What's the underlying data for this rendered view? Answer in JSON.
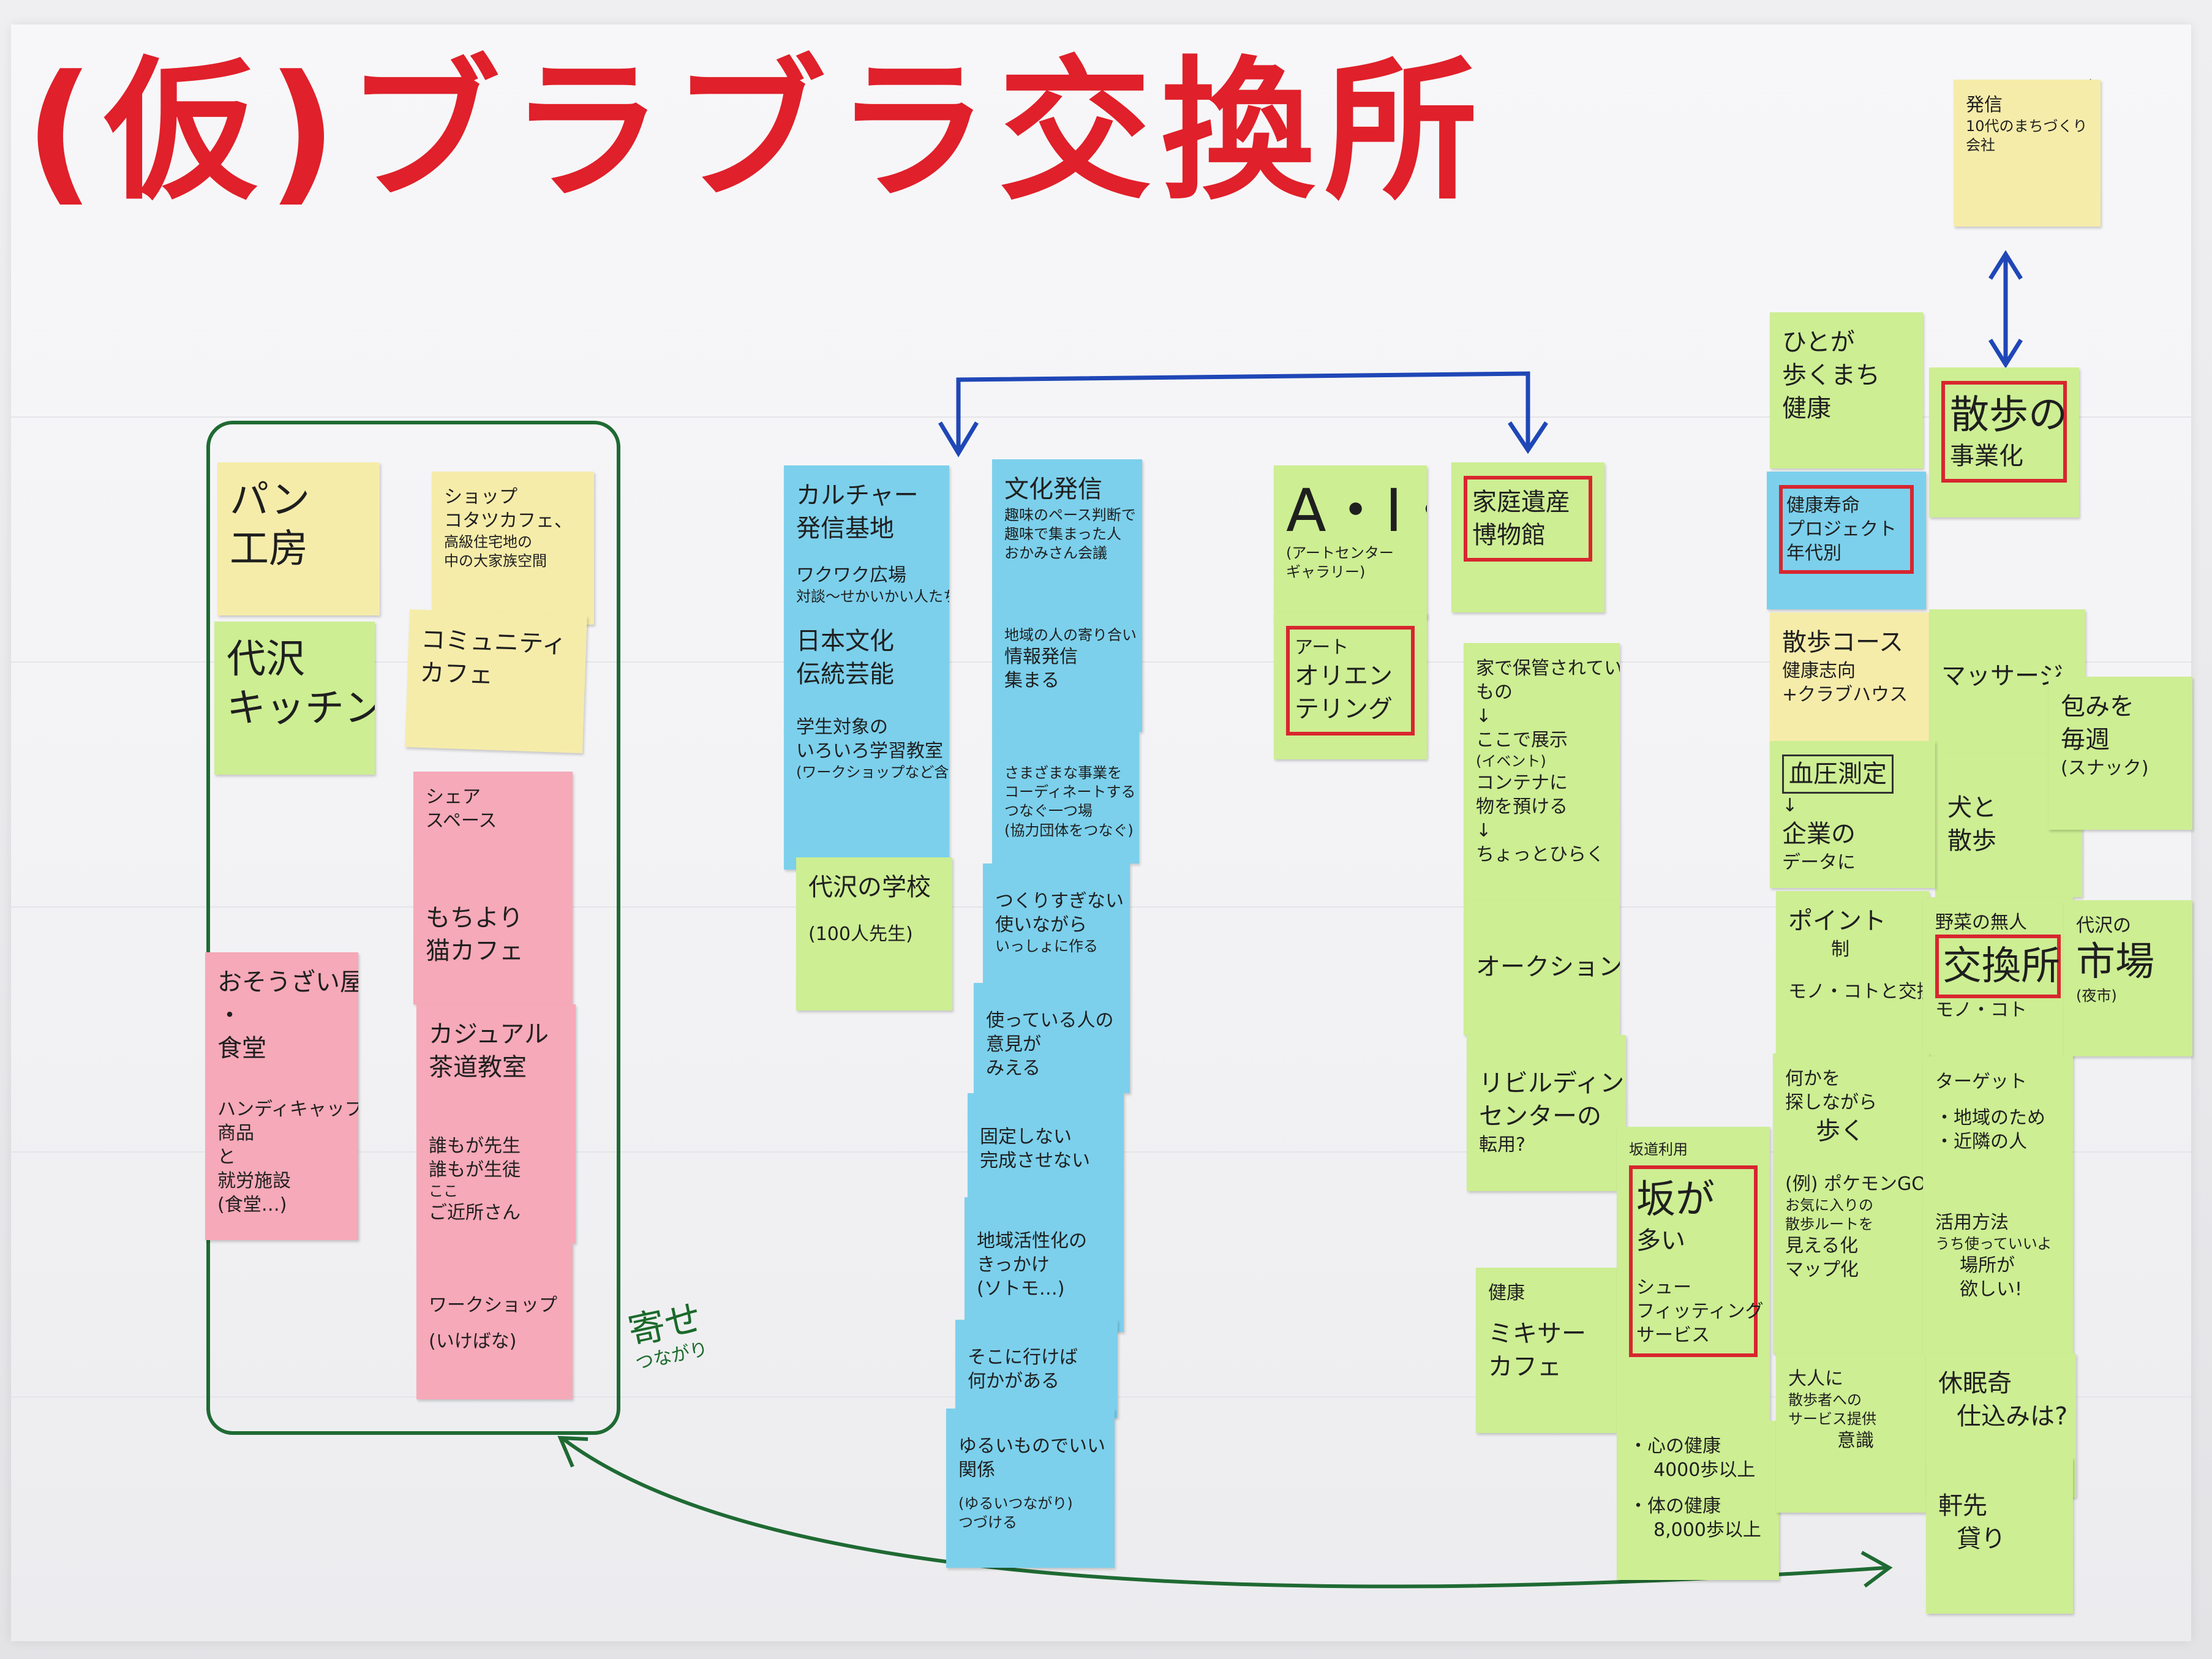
{
  "title": "(仮)ブラブラ交換所",
  "notes": {
    "pan": [
      "パン",
      "工房"
    ],
    "shop": [
      "ショップ",
      "コタツカフェ、",
      "高級住宅地の",
      "中の大家族空間"
    ],
    "daizawa_kitchen": [
      "代沢",
      "キッチン"
    ],
    "community_cafe": [
      "コミュニティ",
      "カフェ"
    ],
    "share_space": [
      "シェア",
      "スペース"
    ],
    "mochiyori": [
      "もちより",
      "猫カフェ"
    ],
    "osouzai": [
      "おそうざい屋",
      "・",
      "食堂"
    ],
    "handicap": [
      "ハンディキャップ",
      "商品",
      "と",
      "就労施設",
      "(食堂…)"
    ],
    "casual_sado": [
      "カジュアル",
      "茶道教室"
    ],
    "dare_sensei": [
      "誰もが先生",
      "誰もが生徒",
      "ここ",
      "ご近所さん"
    ],
    "workshop": [
      "ワークショップ",
      "(いけばな)"
    ],
    "culture_base": [
      "カルチャー",
      "発信基地",
      "ワクワク広場",
      "対談〜せかいかい人たち",
      "日本文化",
      "伝統芸能",
      "学生対象の",
      "いろいろ学習教室",
      "(ワークショップなど含)"
    ],
    "daizawa_school": [
      "代沢の学校",
      "(100人先生)"
    ],
    "bunka_hasshin": [
      "文化発信",
      "趣味のペース判断で",
      "趣味で集まった人",
      "おかみさん会議"
    ],
    "chiiki_yoriai": [
      "地域の人の寄り合い",
      "情報発信",
      "集まる"
    ],
    "coordinate": [
      "さまざまな事業を",
      "コーディネートする",
      "つなぐ一つ場",
      "(協力団体をつなぐ)"
    ],
    "tsukuri_sugi": [
      "つくりすぎない",
      "使いながら",
      "いっしょに作る"
    ],
    "tsukau_hito": [
      "使っている人の",
      "意見が",
      "みえる"
    ],
    "kotei": [
      "固定しない",
      "完成させない"
    ],
    "tansaku": [
      "地域活性化の",
      "きっかけ",
      "(ソトモ…)"
    ],
    "soko_ni_ikeba": [
      "そこに行けば",
      "何かがある"
    ],
    "yuruku": [
      "ゆるいものでいい",
      "関係",
      "(ゆるいつながり)",
      "つづける"
    ],
    "air": [
      "A・I・R",
      "(アートセンター",
      "ギャラリー)"
    ],
    "art_orienteering": [
      "アート",
      "オリエン",
      "テリング"
    ],
    "katei_isan": [
      "家庭遺産",
      "博物館"
    ],
    "hokan": [
      "家で保管されている",
      "もの",
      "↓",
      "ここで展示",
      "(イベント)",
      "コンテナに",
      "物を預ける",
      "↓",
      "ちょっとひらく"
    ],
    "auction": [
      "オークション!"
    ],
    "rebuilding": [
      "リビルディング",
      "センターの",
      "転用?"
    ],
    "kenkou_mixer": [
      "健康",
      "ミキサー",
      "カフェ"
    ],
    "saka": [
      "坂道利用",
      "坂が",
      "多い",
      "シュー",
      "フィッティング",
      "サービス"
    ],
    "kokoro_kenkou": [
      "・心の健康",
      "4000歩以上",
      "・体の健康",
      "8,000歩以上"
    ],
    "hasshin": [
      "発信",
      "10代のまちづくり",
      "会社"
    ],
    "hito_ga": [
      "ひとが",
      "歩くまち",
      "健康"
    ],
    "sanpo_jigyou": [
      "散歩の",
      "事業化"
    ],
    "kenkou_jumyou": [
      "健康寿命",
      "プロジェクト",
      "年代別"
    ],
    "sanpo_course": [
      "散歩コース",
      "健康志向",
      "+クラブハウス"
    ],
    "massage": [
      "マッサージ"
    ],
    "inu": [
      "犬と",
      "散歩"
    ],
    "ketsuatsu": [
      "血圧測定",
      "↓",
      "企業の",
      "データに"
    ],
    "tsutsumi": [
      "包みを",
      "毎週",
      "(スナック)"
    ],
    "point": [
      "ポイント",
      "制",
      "モノ・コトと交換"
    ],
    "yasai": [
      "野菜の無人",
      "交換所",
      "モノ・コト"
    ],
    "ichiba": [
      "代沢の",
      "市場",
      "(夜市)"
    ],
    "sagashi": [
      "何かを",
      "探しながら",
      "歩く",
      "(例) ポケモンGO",
      "お気に入りの",
      "散歩ルートを",
      "見える化",
      "マップ化"
    ],
    "target": [
      "ターゲット",
      "・地域のため",
      "・近隣の人"
    ],
    "katsuyou": [
      "活用方法",
      "うち使っていいよ",
      "場所が",
      "欲しい!"
    ],
    "otona": [
      "大人に",
      "散歩者への",
      "サービス提供",
      "意識"
    ],
    "kyumin": [
      "休眠奇",
      "仕込みは?"
    ],
    "nokisaki": [
      "軒先",
      "貸り"
    ]
  },
  "annotations": {
    "kiyose": [
      "寄せ",
      "つながり"
    ]
  },
  "colors": {
    "title_red": "#e0202a",
    "arrow_blue": "#1f47b6",
    "frame_green": "#1f6a33",
    "sticky_yellow": "#f6ecaa",
    "sticky_green": "#cdee93",
    "sticky_pink": "#f6a9b8",
    "sticky_blue": "#7cd0ec"
  }
}
